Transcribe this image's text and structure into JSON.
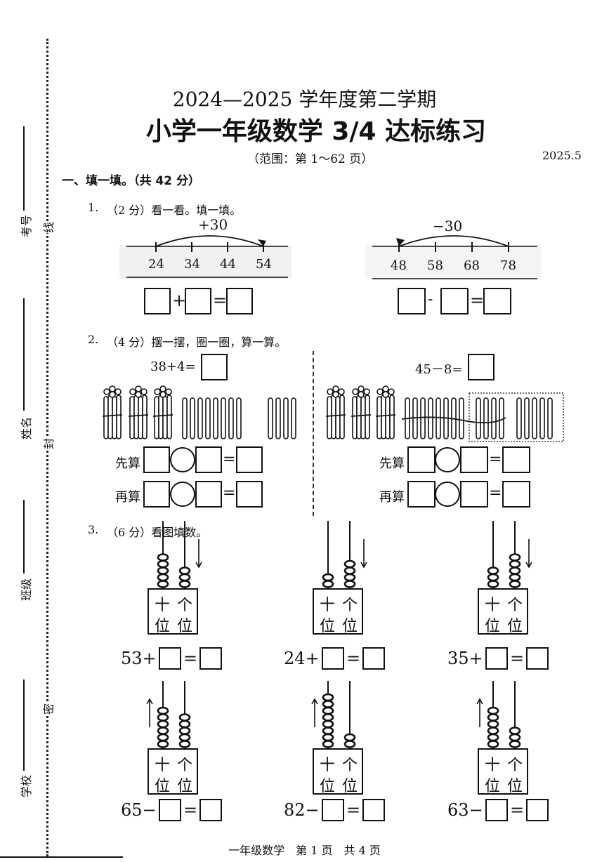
{
  "header": {
    "year_line": "2024—2025 学年度第二学期",
    "title": "小学一年级数学 3/4 达标练习",
    "scope": "（范围：第 1～62 页）",
    "date": "2025.5"
  },
  "sidebar": {
    "fields": [
      "考号",
      "姓名",
      "班级",
      "学校"
    ],
    "seal_chars": [
      "线",
      "封",
      "密"
    ]
  },
  "section1": {
    "heading": "一、填一填。（共 42 分）"
  },
  "q1": {
    "label": "1.",
    "text": "（2 分）看一看。填一填。",
    "left": {
      "jump": "+30",
      "ticks": [
        "24",
        "34",
        "44",
        "54"
      ],
      "op": "+",
      "eq": "="
    },
    "right": {
      "jump": "−30",
      "ticks": [
        "48",
        "58",
        "68",
        "78"
      ],
      "op": "-",
      "eq": "="
    }
  },
  "q2": {
    "label": "2.",
    "text": "（4 分）摆一摆，圈一圈，算一算。",
    "left": {
      "equation": "38+4=",
      "first_label": "先算",
      "then_label": "再算",
      "eq": "="
    },
    "right": {
      "equation": "45－8=",
      "first_label": "先算",
      "then_label": "再算",
      "eq": "="
    }
  },
  "q3": {
    "label": "3.",
    "text": "（6 分）看图填数。",
    "place_tens": "十",
    "place_ones": "个",
    "place_word": "位",
    "problems": [
      {
        "expr": "53+",
        "eq": "=",
        "tens_beads": 5,
        "ones_beads": 3,
        "arrow": "down"
      },
      {
        "expr": "24+",
        "eq": "=",
        "tens_beads": 2,
        "ones_beads": 4,
        "arrow": "down"
      },
      {
        "expr": "35+",
        "eq": "=",
        "tens_beads": 3,
        "ones_beads": 5,
        "arrow": "down"
      },
      {
        "expr": "65−",
        "eq": "=",
        "tens_beads": 6,
        "ones_beads": 5,
        "arrow": "up"
      },
      {
        "expr": "82−",
        "eq": "=",
        "tens_beads": 8,
        "ones_beads": 2,
        "arrow": "up"
      },
      {
        "expr": "63−",
        "eq": "=",
        "tens_beads": 6,
        "ones_beads": 3,
        "arrow": "up"
      }
    ]
  },
  "footer": "一年级数学　第 1 页　共 4 页"
}
